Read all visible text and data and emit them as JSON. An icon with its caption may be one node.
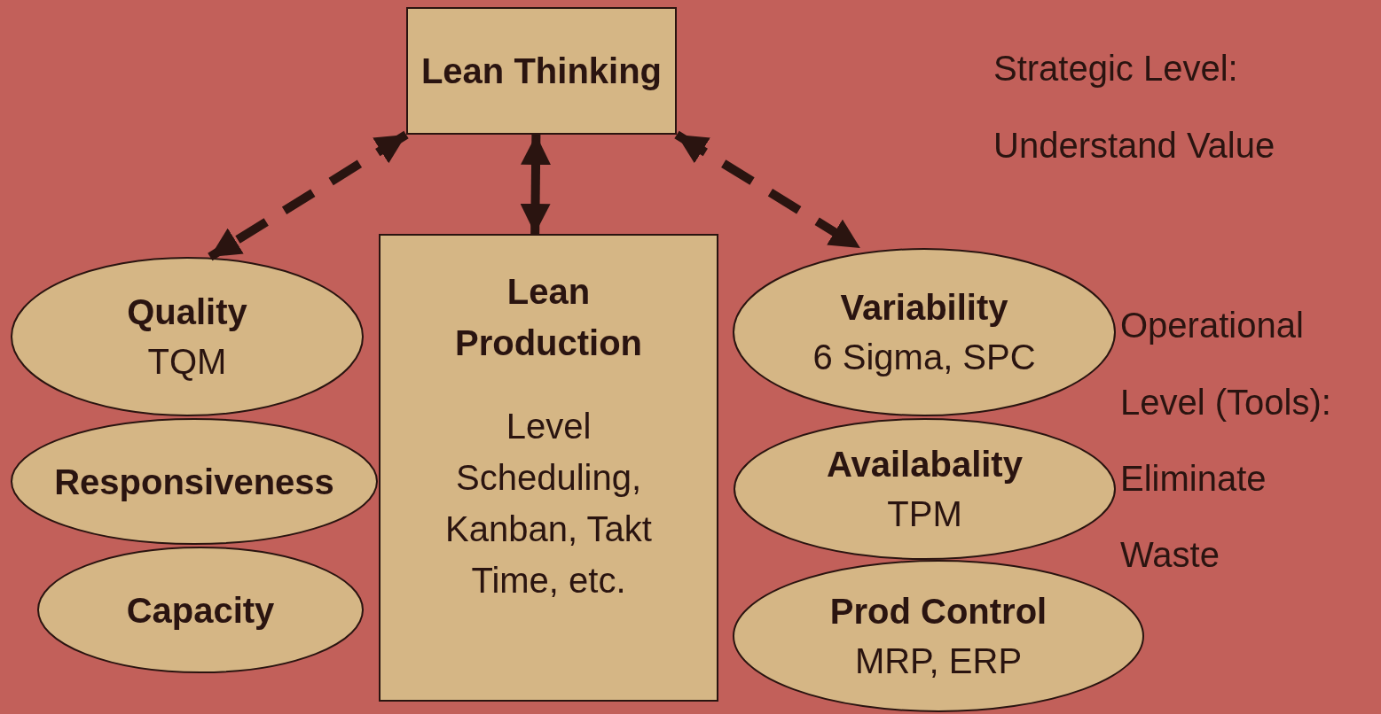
{
  "diagram": {
    "nodes": [
      {
        "text": [
          "Lean Thinking"
        ]
      },
      {
        "text": [
          "Quality",
          "TQM"
        ]
      },
      {
        "text": [
          "Responsiveness"
        ]
      },
      {
        "text": [
          "Capacity"
        ]
      },
      {
        "text": [
          "Lean Production",
          "Level Scheduling, Kanban, Takt Time, etc."
        ]
      },
      {
        "text": [
          "Variability",
          "6 Sigma, SPC"
        ]
      },
      {
        "text": [
          "Availabality",
          "TPM"
        ]
      },
      {
        "text": [
          "Prod Control",
          "MRP, ERP"
        ]
      }
    ],
    "edges": [
      {
        "from": 0,
        "to": 1,
        "arrow": "both",
        "style": "dashed"
      },
      {
        "from": 0,
        "to": 4,
        "arrow": "both"
      },
      {
        "from": 0,
        "to": 5,
        "arrow": "both",
        "style": "dashed"
      }
    ],
    "labels": [
      "Strategic Level:",
      "Understand Value",
      "Operational",
      "Level (Tools):",
      "Eliminate",
      "Waste"
    ]
  }
}
